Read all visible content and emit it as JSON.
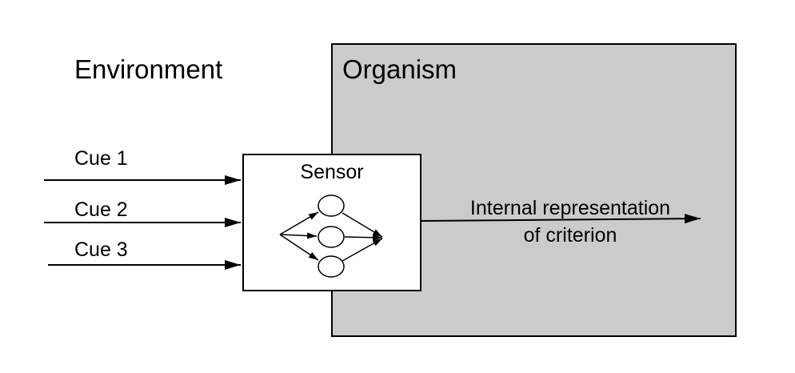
{
  "environment": {
    "label": "Environment"
  },
  "organism": {
    "label": "Organism",
    "fill": "#cbcbcb"
  },
  "cues": [
    {
      "label": "Cue 1"
    },
    {
      "label": "Cue 2"
    },
    {
      "label": "Cue 3"
    }
  ],
  "sensor": {
    "label": "Sensor"
  },
  "output": {
    "line1": "Internal representation",
    "line2": "of criterion"
  }
}
